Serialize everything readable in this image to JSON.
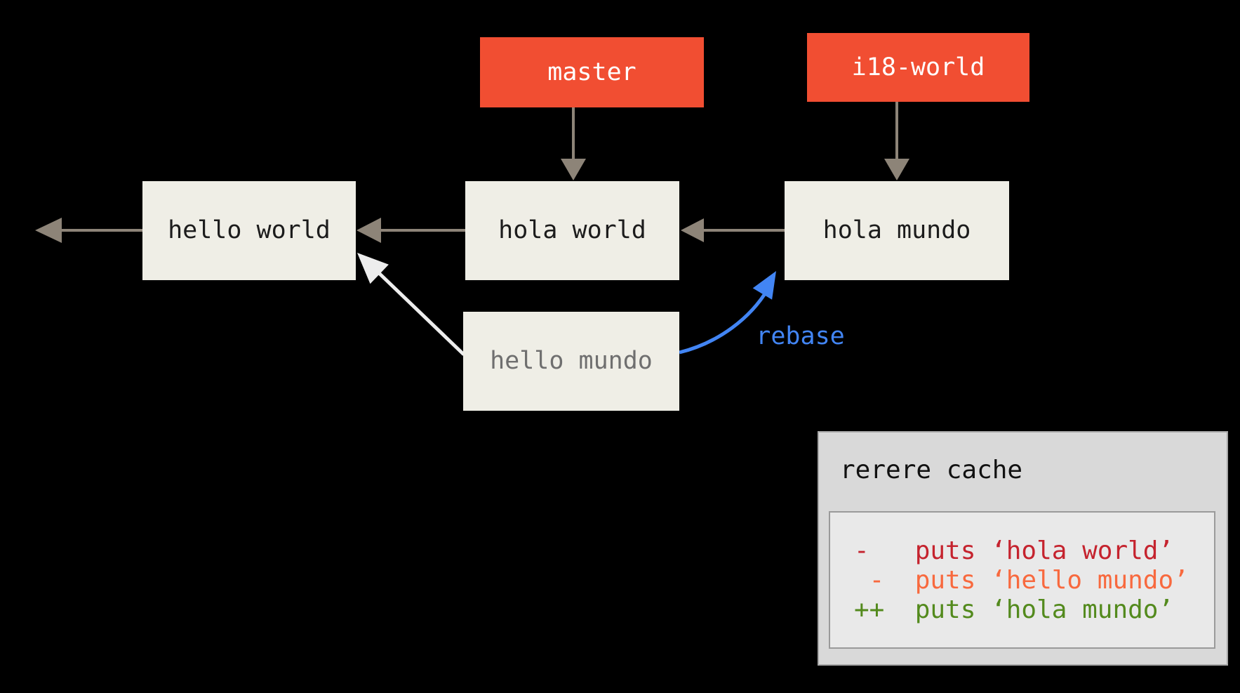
{
  "colors": {
    "background": "#000000",
    "branch-fill": "#F14E32",
    "branch-text": "#FFFFFF",
    "commit-fill": "#EFEEE6",
    "commit-text": "#1C1C1C",
    "commit-text-muted": "#6F6F6F",
    "arrow-gray": "#8D8478",
    "arrow-white": "#EDEDED",
    "accent-blue": "#4285F4",
    "panel-outer-fill": "#D9D9D9",
    "panel-outer-border": "#A8A8A8",
    "panel-inner-fill": "#E9E9E9",
    "panel-inner-border": "#9A9A9A",
    "panel-title-text": "#111111",
    "diff-removed-red": "#C5232E",
    "diff-removed-orange": "#F8693E",
    "diff-added-green": "#538A1D"
  },
  "diagram": {
    "branches": [
      {
        "label": "master"
      },
      {
        "label": "i18-world"
      }
    ],
    "commits": [
      {
        "label": "hello world"
      },
      {
        "label": "hola world"
      },
      {
        "label": "hola mundo"
      },
      {
        "label": "hello mundo"
      }
    ],
    "rebase_label": "rebase",
    "arrows": [
      {
        "name": "history-continues-left",
        "from": "hello world",
        "to": "off-canvas-left",
        "color": "gray"
      },
      {
        "name": "hola-world-parent",
        "from": "hola world",
        "to": "hello world",
        "color": "gray"
      },
      {
        "name": "hola-mundo-parent",
        "from": "hola mundo",
        "to": "hola world",
        "color": "gray"
      },
      {
        "name": "master-pointer",
        "from": "master",
        "to": "hola world",
        "color": "gray"
      },
      {
        "name": "i18-world-pointer",
        "from": "i18-world",
        "to": "hola mundo",
        "color": "gray"
      },
      {
        "name": "hello-mundo-old-parent",
        "from": "hello mundo",
        "to": "hello world",
        "color": "white"
      },
      {
        "name": "rebase-move",
        "from": "hello mundo",
        "to": "hola mundo",
        "color": "blue"
      }
    ]
  },
  "panel": {
    "title": "rerere cache",
    "diff_lines": [
      {
        "text": "-   puts ‘hola world’",
        "status": "removed-red"
      },
      {
        "text": " -  puts ‘hello mundo’",
        "status": "removed-orange"
      },
      {
        "text": "++  puts ‘hola mundo’",
        "status": "added-green"
      }
    ]
  }
}
